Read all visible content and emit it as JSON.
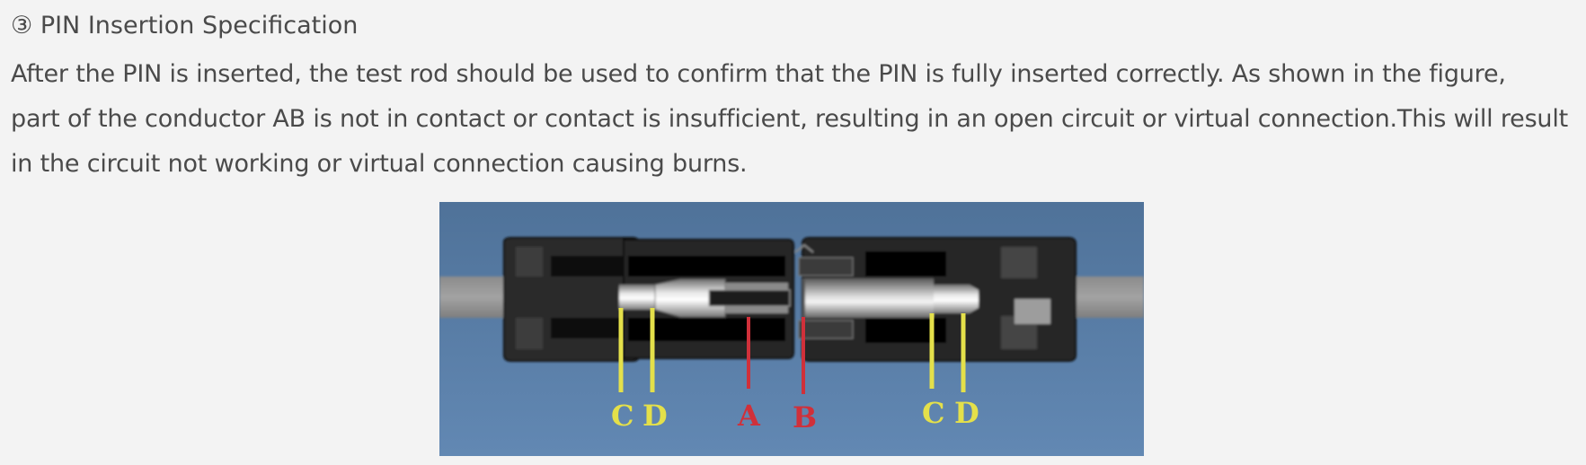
{
  "section": {
    "marker": "③",
    "title": "PIN Insertion Specification"
  },
  "body_lines": [
    "After the PIN is inserted, the test rod should be used to confirm that the PIN is fully inserted correctly. As shown in the figure,",
    "part of the conductor AB is not in contact or contact is insufficient, resulting in an open circuit or virtual connection.This will result",
    "in the circuit not working or virtual connection causing burns."
  ],
  "figure": {
    "background_color": "#5a80a8",
    "label_colors": {
      "yellow": "#e4e04a",
      "red": "#d0303a"
    },
    "labels": {
      "left_c": "C",
      "left_d": "D",
      "a": "A",
      "b": "B",
      "right_c": "C",
      "right_d": "D"
    }
  }
}
